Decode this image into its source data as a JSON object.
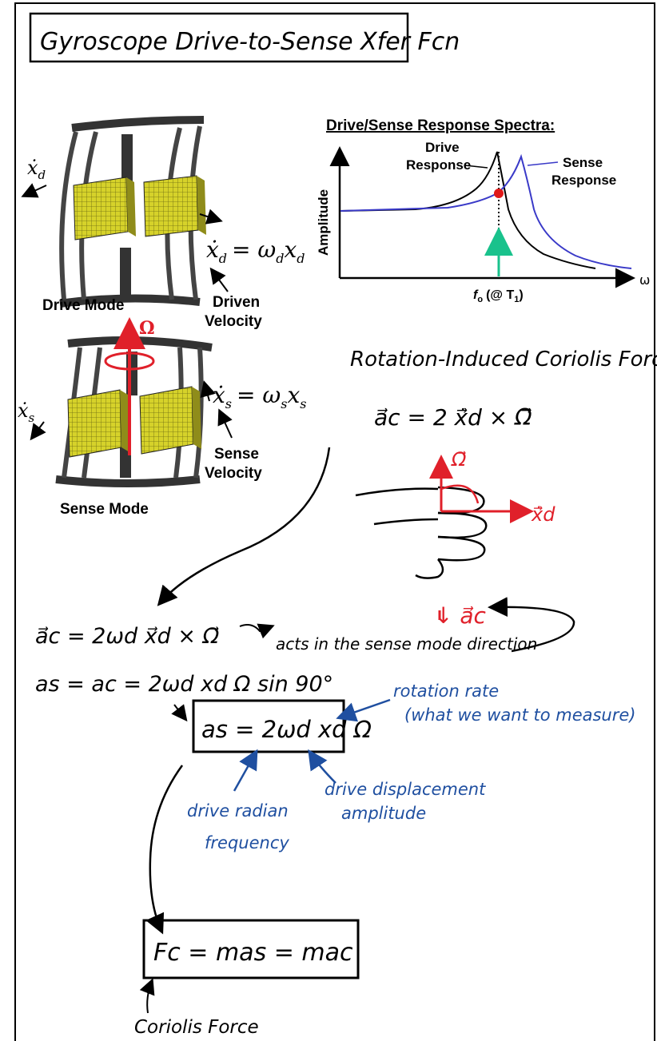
{
  "title": "Gyroscope Drive-to-Sense Xfer Fcn",
  "spectra": {
    "heading": "Drive/Sense Response Spectra:",
    "drive_label_1": "Drive",
    "drive_label_2": "Response",
    "sense_label_1": "Sense",
    "sense_label_2": "Response",
    "y_label": "Amplitude",
    "x_axis_symbol": "ω",
    "fo_label": "f",
    "fo_sub": "o",
    "fo_paren": "(@ T",
    "fo_paren_sub": "1",
    "fo_close": ")"
  },
  "drive_mode": {
    "xdot_label": "ẋ",
    "xdot_sub": "d",
    "eq_lhs": "ẋ",
    "eq_lhs_sub": "d",
    "eq_rhs": "= ω",
    "eq_rhs_sub": "d",
    "eq_x": "x",
    "eq_x_sub": "d",
    "mode_label": "Drive Mode",
    "vel_label_1": "Driven",
    "vel_label_2": "Velocity"
  },
  "sense_mode": {
    "omega_label": "Ω",
    "eq_lhs": "ẋ",
    "eq_lhs_sub": "s",
    "eq_rhs": "= ω",
    "eq_rhs_sub": "s",
    "eq_x": "x",
    "eq_x_sub": "s",
    "xdot_label": "ẋ",
    "xdot_sub": "s",
    "vel_label_1": "Sense",
    "vel_label_2": "Velocity",
    "mode_label": "Sense Mode"
  },
  "notes": {
    "coriolis_heading": "Rotation-Induced Coriolis Force:",
    "ac_eq1": "a⃗c = 2 ẋ⃗d × Ω⃗",
    "vec_omega": "Ω⃗",
    "vec_xd": "ẋ⃗d",
    "vec_ac": "↓ a⃗c",
    "ac_eq2": "a⃗c = 2ωd x⃗d × Ω⃗",
    "ac_note": "acts in the sense mode direction",
    "as_eq": "as = ac = 2ωd xd Ω sin 90°",
    "boxed_eq": "as = 2ωd xd Ω",
    "rotation_rate_1": "rotation rate",
    "rotation_rate_2": "(what we want to measure)",
    "drive_disp_1": "drive displacement",
    "drive_disp_2": "amplitude",
    "drive_freq_1": "drive radian",
    "drive_freq_2": "frequency",
    "force_eq": "Fc = mas = mac",
    "force_label": "Coriolis Force"
  },
  "colors": {
    "ink": "#000000",
    "blue_ink": "#1f4fa0",
    "red_ink": "#e0202a",
    "sense_curve": "#3a3ac8",
    "marker": "#e01818",
    "arrow_green": "#19c28c",
    "proof_mass": "#d6d22a"
  },
  "chart_data": {
    "type": "line",
    "title": "Drive/Sense Response Spectra:",
    "xlabel": "ω",
    "ylabel": "Amplitude",
    "series": [
      {
        "name": "Drive Response",
        "peak_position": 0.4
      },
      {
        "name": "Sense Response",
        "peak_position": 0.47
      }
    ],
    "annotations": [
      "f_o (@ T1)"
    ]
  }
}
